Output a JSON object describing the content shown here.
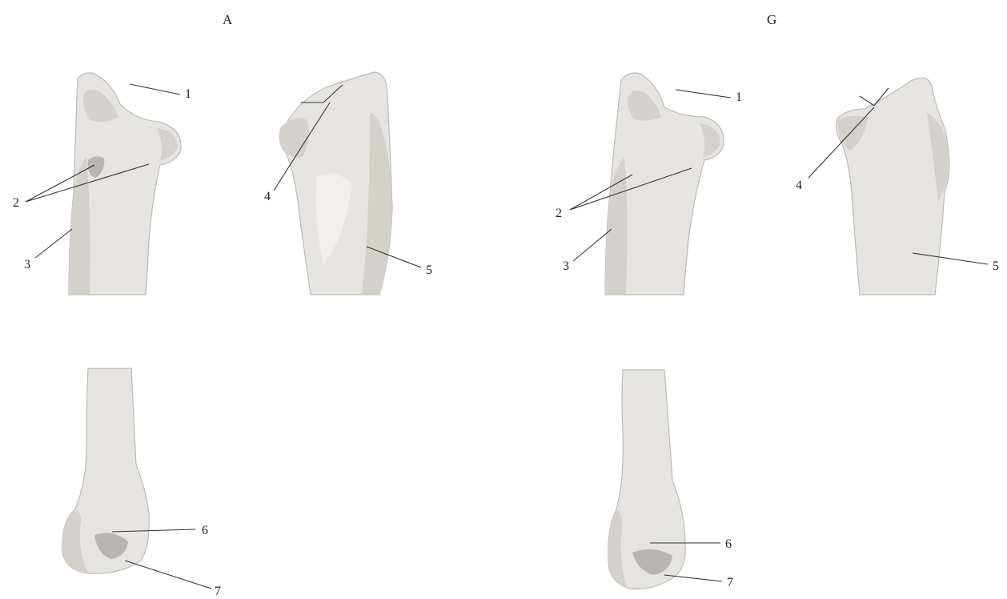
{
  "panels": [
    {
      "title": "A"
    },
    {
      "title": "G"
    }
  ],
  "labels": {
    "A": [
      "1",
      "2",
      "3",
      "4",
      "5",
      "6",
      "7"
    ],
    "G": [
      "1",
      "2",
      "3",
      "4",
      "5",
      "6",
      "7"
    ]
  },
  "colors": {
    "bone": "#e6e4e1",
    "bone_shadow": "#d4d1cc",
    "leader_line": "#333333"
  }
}
